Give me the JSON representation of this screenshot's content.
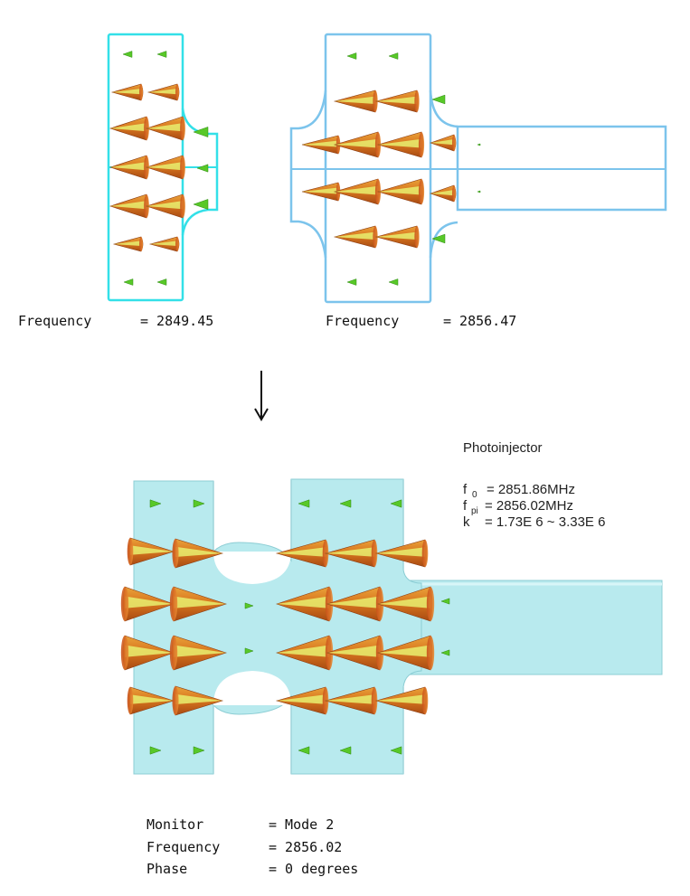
{
  "top_left": {
    "freq_label": "Frequency",
    "freq_value": "= 2849.45"
  },
  "top_right": {
    "freq_label": "Frequency",
    "freq_value": "= 2856.47"
  },
  "photoinjector": {
    "title": "Photoinjector",
    "f0_symbol": "f",
    "f0_sub": "0",
    "f0_value": "= 2851.86MHz",
    "fpi_symbol": "f",
    "fpi_sub": "pi",
    "fpi_value": "= 2856.02MHz",
    "k_symbol": "k",
    "k_value": "= 1.73E 6 ~ 3.33E 6"
  },
  "monitor": {
    "monitor_label": "Monitor",
    "monitor_value": "= Mode 2",
    "frequency_label": "Frequency",
    "frequency_value": "= 2856.02",
    "phase_label": "Phase",
    "phase_value": "= 0 degrees"
  },
  "colors": {
    "top_left_outline": "#33e0e8",
    "top_right_outline": "#7cc4ec",
    "cavity_fill": "#b8eaee",
    "cone_dark": "#c2621c",
    "cone_mid": "#e8a030",
    "cone_light": "#e8f070",
    "cone_green": "#58c828"
  }
}
